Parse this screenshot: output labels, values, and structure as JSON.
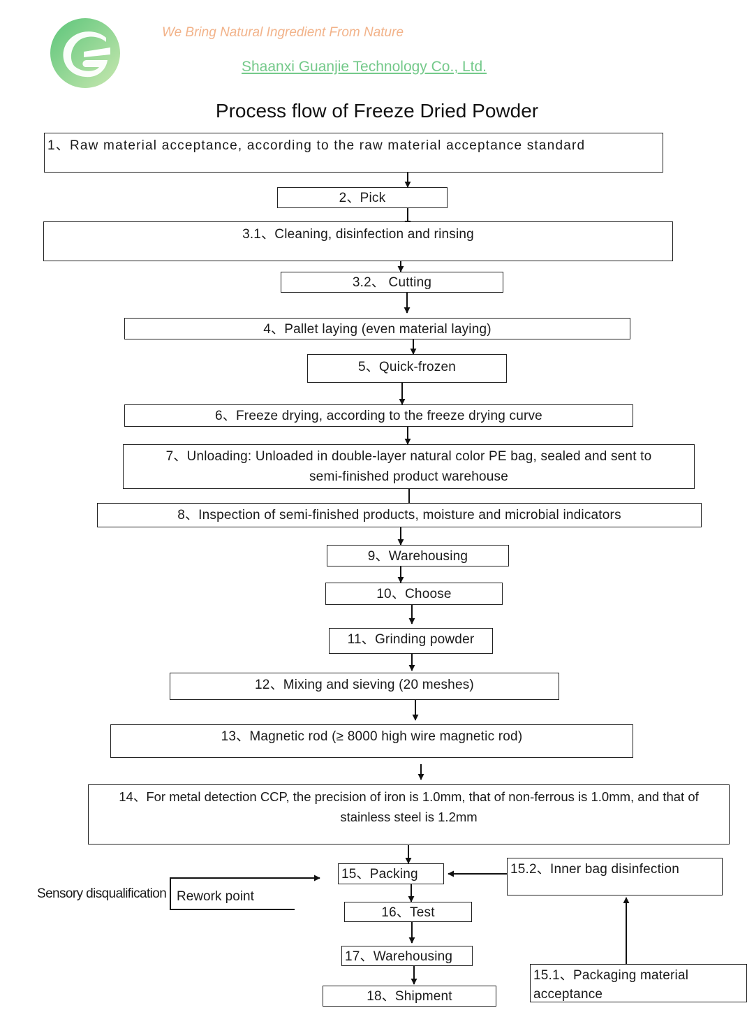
{
  "header": {
    "tagline": "We Bring Natural Ingredient From Nature",
    "company": "Shaanxi Guanjie Technology Co., Ltd.",
    "brand_color": "#74c98a",
    "tagline_color": "#f2b38a"
  },
  "title": "Process flow of Freeze Dried Powder",
  "steps": {
    "s1": "1、Raw material acceptance, according to the raw material acceptance standard",
    "s2": "2、Pick",
    "s31": "3.1、Cleaning, disinfection and rinsing",
    "s32": "3.2、 Cutting",
    "s4": "4、Pallet laying (even material laying)",
    "s5": "5、Quick-frozen",
    "s6": "6、Freeze drying, according to the freeze drying curve",
    "s7_line1": "7、Unloading: Unloaded in double-layer natural color PE bag, sealed and sent to",
    "s7_line2": "semi-finished product warehouse",
    "s8": "8、Inspection of semi-finished products, moisture and microbial indicators",
    "s9": "9、Warehousing",
    "s10": "10、Choose",
    "s11": "11、Grinding powder",
    "s12": "12、Mixing and sieving (20 meshes)",
    "s13": "13、Magnetic rod (≥ 8000 high wire magnetic rod)",
    "s14_line1": "14、For metal detection CCP, the precision of iron is 1.0mm, that of non-ferrous is 1.0mm, and that of",
    "s14_line2": "stainless steel is 1.2mm",
    "s15": "15、Packing",
    "s152": "15.2、Inner bag disinfection",
    "s151_line1": "15.1、Packaging material",
    "s151_line2": "acceptance",
    "s16": "16、Test",
    "s17": "17、Warehousing",
    "s18": "18、Shipment"
  },
  "side": {
    "sensory": "Sensory disqualification",
    "rework": "Rework point"
  }
}
